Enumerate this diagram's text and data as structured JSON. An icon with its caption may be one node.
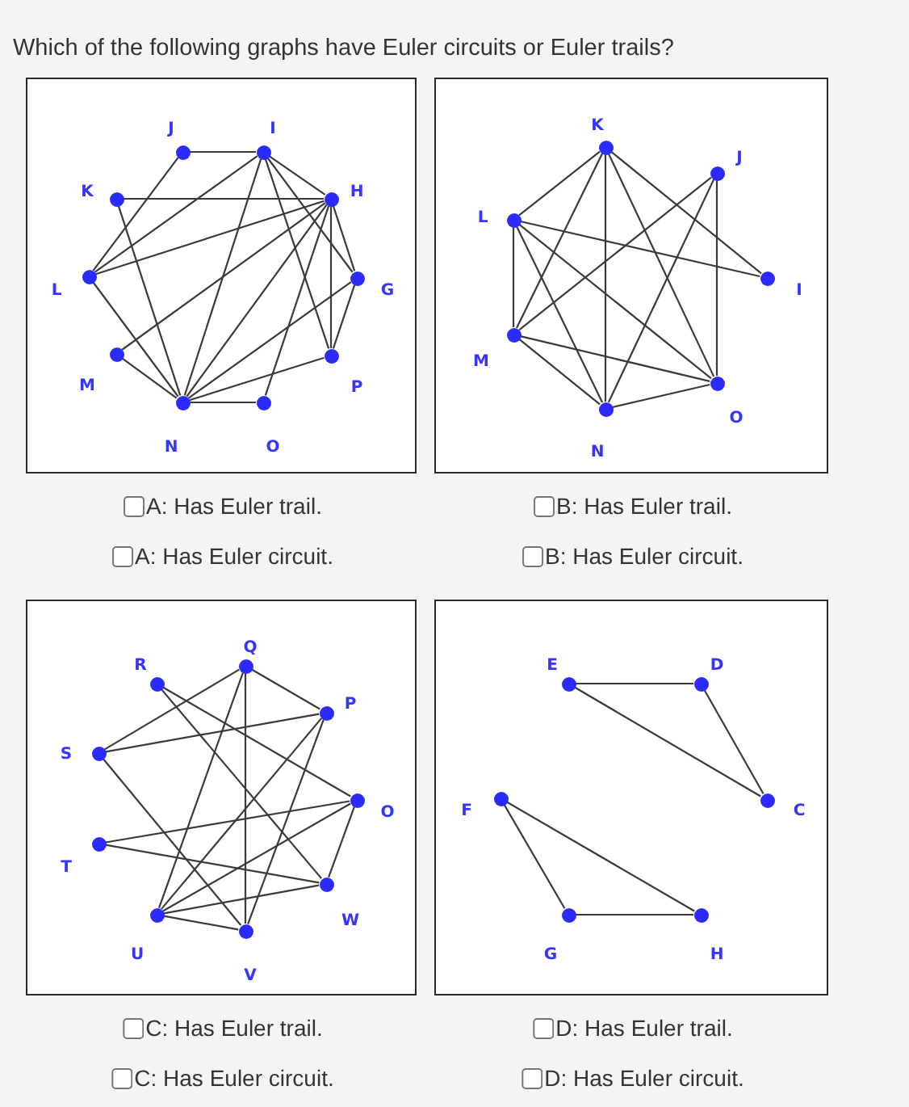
{
  "diagram": {
    "title": "Which of the following graphs have Euler circuits or Euler trails?",
    "nodes": [
      {
        "text": [],
        "shape": "box"
      },
      {
        "text": [],
        "shape": "circle",
        "beside": [
          "J"
        ],
        "in": 0
      },
      {
        "text": [],
        "shape": "circle",
        "beside": [
          "I"
        ],
        "in": 0
      },
      {
        "text": [],
        "shape": "circle",
        "beside": [
          "K"
        ],
        "in": 0
      },
      {
        "text": [],
        "shape": "circle",
        "beside": [
          "H"
        ],
        "in": 0
      },
      {
        "text": [],
        "shape": "circle",
        "beside": [
          "L"
        ],
        "in": 0
      },
      {
        "text": [],
        "shape": "circle",
        "beside": [
          "G"
        ],
        "in": 0
      },
      {
        "text": [],
        "shape": "circle",
        "beside": [
          "M"
        ],
        "in": 0
      },
      {
        "text": [],
        "shape": "circle",
        "beside": [
          "P"
        ],
        "in": 0
      },
      {
        "text": [],
        "shape": "circle",
        "beside": [
          "N"
        ],
        "in": 0
      },
      {
        "text": [],
        "shape": "circle",
        "beside": [
          "O"
        ],
        "in": 0
      },
      {
        "text": [],
        "shape": "box"
      },
      {
        "text": [],
        "shape": "circle",
        "beside": [
          "K"
        ],
        "in": 11
      },
      {
        "text": [],
        "shape": "circle",
        "beside": [
          "J"
        ],
        "in": 11
      },
      {
        "text": [],
        "shape": "circle",
        "beside": [
          "L"
        ],
        "in": 11
      },
      {
        "text": [],
        "shape": "circle",
        "beside": [
          "I"
        ],
        "in": 11
      },
      {
        "text": [],
        "shape": "circle",
        "beside": [
          "M"
        ],
        "in": 11
      },
      {
        "text": [],
        "shape": "circle",
        "beside": [
          "O"
        ],
        "in": 11
      },
      {
        "text": [],
        "shape": "circle",
        "beside": [
          "N"
        ],
        "in": 11
      },
      {
        "text": [],
        "shape": "box"
      },
      {
        "text": [],
        "shape": "circle",
        "beside": [
          "Q"
        ],
        "in": 19
      },
      {
        "text": [],
        "shape": "circle",
        "beside": [
          "R"
        ],
        "in": 19
      },
      {
        "text": [],
        "shape": "circle",
        "beside": [
          "P"
        ],
        "in": 19
      },
      {
        "text": [],
        "shape": "circle",
        "beside": [
          "S"
        ],
        "in": 19
      },
      {
        "text": [],
        "shape": "circle",
        "beside": [
          "O"
        ],
        "in": 19
      },
      {
        "text": [],
        "shape": "circle",
        "beside": [
          "T"
        ],
        "in": 19
      },
      {
        "text": [],
        "shape": "circle",
        "beside": [
          "W"
        ],
        "in": 19
      },
      {
        "text": [],
        "shape": "circle",
        "beside": [
          "U"
        ],
        "in": 19
      },
      {
        "text": [],
        "shape": "circle",
        "beside": [
          "V"
        ],
        "in": 19
      },
      {
        "text": [],
        "shape": "box"
      },
      {
        "text": [],
        "shape": "circle",
        "beside": [
          "E"
        ],
        "in": 29
      },
      {
        "text": [],
        "shape": "circle",
        "beside": [
          "D"
        ],
        "in": 29
      },
      {
        "text": [],
        "shape": "circle",
        "beside": [
          "F"
        ],
        "in": 29
      },
      {
        "text": [],
        "shape": "circle",
        "beside": [
          "C"
        ],
        "in": 29
      },
      {
        "text": [],
        "shape": "circle",
        "beside": [
          "G"
        ],
        "in": 29
      },
      {
        "text": [],
        "shape": "circle",
        "beside": [
          "H"
        ],
        "in": 29
      }
    ],
    "edges": [
      {
        "from": 1,
        "to": 2,
        "arrow": "none"
      },
      {
        "from": 1,
        "to": 5,
        "arrow": "none"
      },
      {
        "from": 3,
        "to": 4,
        "arrow": "none"
      },
      {
        "from": 3,
        "to": 9,
        "arrow": "none"
      },
      {
        "from": 2,
        "to": 5,
        "arrow": "none"
      },
      {
        "from": 2,
        "to": 9,
        "arrow": "none"
      },
      {
        "from": 2,
        "to": 4,
        "arrow": "none"
      },
      {
        "from": 2,
        "to": 6,
        "arrow": "none"
      },
      {
        "from": 2,
        "to": 8,
        "arrow": "none"
      },
      {
        "from": 4,
        "to": 5,
        "arrow": "none"
      },
      {
        "from": 4,
        "to": 7,
        "arrow": "none"
      },
      {
        "from": 4,
        "to": 9,
        "arrow": "none"
      },
      {
        "from": 4,
        "to": 10,
        "arrow": "none"
      },
      {
        "from": 4,
        "to": 8,
        "arrow": "none"
      },
      {
        "from": 4,
        "to": 6,
        "arrow": "none"
      },
      {
        "from": 6,
        "to": 8,
        "arrow": "none"
      },
      {
        "from": 6,
        "to": 9,
        "arrow": "none"
      },
      {
        "from": 8,
        "to": 9,
        "arrow": "none"
      },
      {
        "from": 5,
        "to": 9,
        "arrow": "none"
      },
      {
        "from": 7,
        "to": 9,
        "arrow": "none"
      },
      {
        "from": 9,
        "to": 10,
        "arrow": "none"
      },
      {
        "from": 12,
        "to": 14,
        "arrow": "none"
      },
      {
        "from": 12,
        "to": 16,
        "arrow": "none"
      },
      {
        "from": 12,
        "to": 18,
        "arrow": "none"
      },
      {
        "from": 12,
        "to": 17,
        "arrow": "none"
      },
      {
        "from": 12,
        "to": 15,
        "arrow": "none"
      },
      {
        "from": 14,
        "to": 15,
        "arrow": "none"
      },
      {
        "from": 14,
        "to": 16,
        "arrow": "none"
      },
      {
        "from": 14,
        "to": 18,
        "arrow": "none"
      },
      {
        "from": 14,
        "to": 17,
        "arrow": "none"
      },
      {
        "from": 13,
        "to": 16,
        "arrow": "none"
      },
      {
        "from": 13,
        "to": 18,
        "arrow": "none"
      },
      {
        "from": 13,
        "to": 17,
        "arrow": "none"
      },
      {
        "from": 16,
        "to": 18,
        "arrow": "none"
      },
      {
        "from": 16,
        "to": 17,
        "arrow": "none"
      },
      {
        "from": 18,
        "to": 17,
        "arrow": "none"
      },
      {
        "from": 20,
        "to": 22,
        "arrow": "none"
      },
      {
        "from": 20,
        "to": 23,
        "arrow": "none"
      },
      {
        "from": 20,
        "to": 28,
        "arrow": "none"
      },
      {
        "from": 20,
        "to": 27,
        "arrow": "none"
      },
      {
        "from": 21,
        "to": 24,
        "arrow": "none"
      },
      {
        "from": 21,
        "to": 26,
        "arrow": "none"
      },
      {
        "from": 23,
        "to": 22,
        "arrow": "none"
      },
      {
        "from": 23,
        "to": 28,
        "arrow": "none"
      },
      {
        "from": 25,
        "to": 24,
        "arrow": "none"
      },
      {
        "from": 25,
        "to": 26,
        "arrow": "none"
      },
      {
        "from": 22,
        "to": 27,
        "arrow": "none"
      },
      {
        "from": 22,
        "to": 28,
        "arrow": "none"
      },
      {
        "from": 24,
        "to": 27,
        "arrow": "none"
      },
      {
        "from": 24,
        "to": 26,
        "arrow": "none"
      },
      {
        "from": 26,
        "to": 27,
        "arrow": "none"
      },
      {
        "from": 27,
        "to": 28,
        "arrow": "none"
      },
      {
        "from": 30,
        "to": 31,
        "arrow": "none"
      },
      {
        "from": 30,
        "to": 33,
        "arrow": "none"
      },
      {
        "from": 31,
        "to": 33,
        "arrow": "none"
      },
      {
        "from": 32,
        "to": 34,
        "arrow": "none"
      },
      {
        "from": 32,
        "to": 35,
        "arrow": "none"
      },
      {
        "from": 34,
        "to": 35,
        "arrow": "none"
      }
    ],
    "labels": [
      "A: Has Euler trail.",
      "B: Has Euler trail.",
      "A: Has Euler circuit.",
      "B: Has Euler circuit.",
      "C: Has Euler trail.",
      "D: Has Euler trail.",
      "C: Has Euler circuit.",
      "D: Has Euler circuit."
    ]
  }
}
